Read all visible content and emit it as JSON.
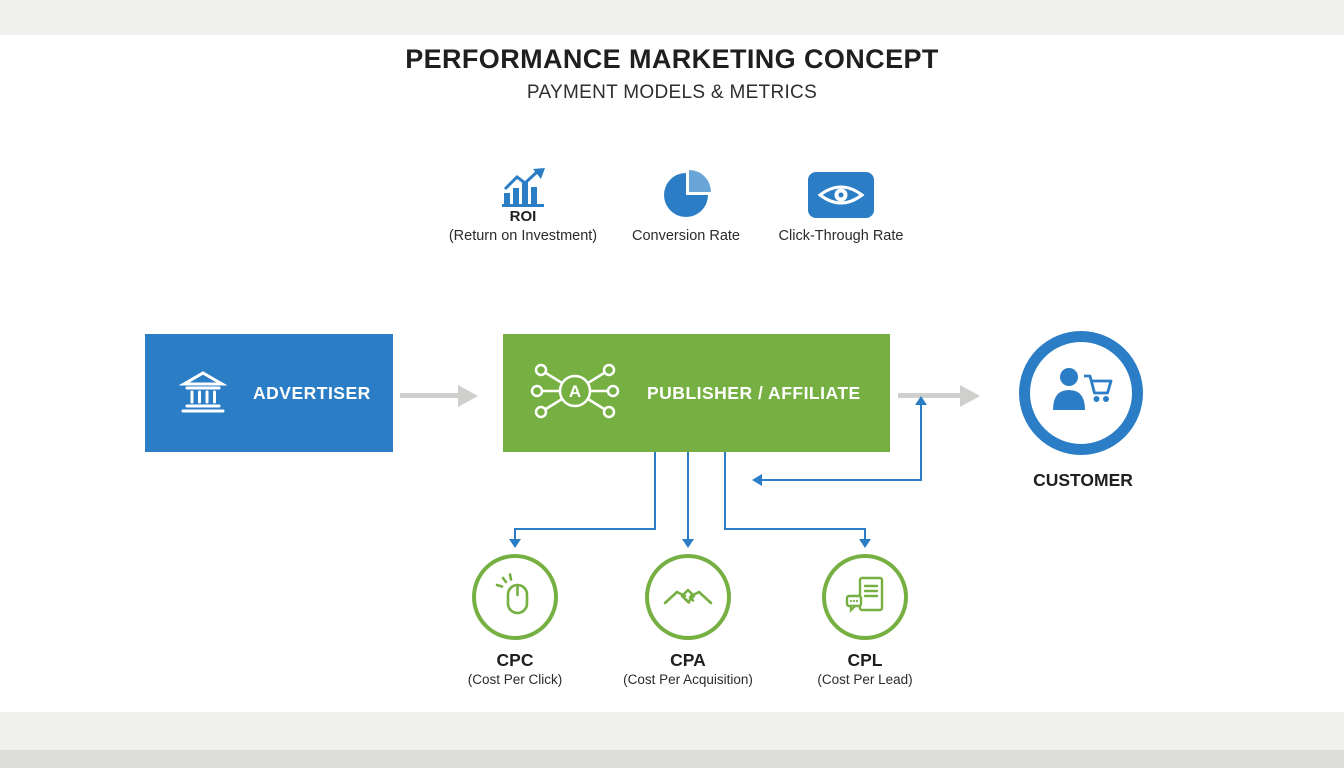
{
  "title": "PERFORMANCE MARKETING CONCEPT",
  "subtitle": "PAYMENT MODELS & METRICS",
  "metrics": [
    {
      "label": "ROI",
      "sublabel": "(Return on Investment)",
      "icon": "bar-chart-growth-icon"
    },
    {
      "label": "Conversion Rate",
      "icon": "pie-chart-icon"
    },
    {
      "label": "Click-Through Rate",
      "icon": "eye-icon"
    }
  ],
  "flow": {
    "advertiser": {
      "label": "ADVERTISER",
      "icon": "bank-icon"
    },
    "publisher": {
      "label": "PUBLISHER / AFFILIATE",
      "icon": "network-node-icon",
      "icon_letter": "A"
    },
    "customer": {
      "label": "CUSTOMER",
      "icon": "person-cart-icon"
    }
  },
  "payment_models": [
    {
      "label": "CPC",
      "sublabel": "(Cost Per Click)",
      "icon": "mouse-click-icon"
    },
    {
      "label": "CPA",
      "sublabel": "(Cost Per Acquisition)",
      "icon": "handshake-icon"
    },
    {
      "label": "CPL",
      "sublabel": "(Cost Per Lead)",
      "icon": "document-chat-icon"
    }
  ],
  "colors": {
    "blue": "#2b7ec5",
    "green": "#76b043",
    "arrow_gray": "#cfcfcd",
    "connector_blue": "#2b7ec5",
    "text_dark": "#1f1f1f",
    "band_gray": "#f0f0ee"
  }
}
